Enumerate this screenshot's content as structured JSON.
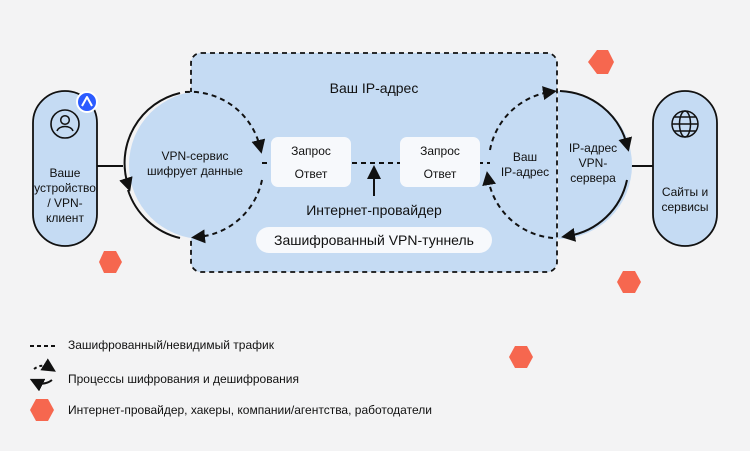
{
  "diagram": {
    "your_ip_title": "Ваш IP-адрес",
    "device_label": [
      "Ваше",
      "устройство",
      "/ VPN-",
      "клиент"
    ],
    "vpn_service_label": [
      "VPN-сервис",
      "шифрует данные"
    ],
    "request_label": "Запрос",
    "response_label": "Ответ",
    "isp_label": "Интернет-провайдер",
    "tunnel_label": "Зашифрованный VPN-туннель",
    "your_ip_small": [
      "Ваш",
      "IP-адрес"
    ],
    "vpn_server_ip": [
      "IP-адрес",
      "VPN-",
      "сервера"
    ],
    "sites_label": [
      "Сайты и",
      "сервисы"
    ]
  },
  "legend": {
    "dashed": "Зашифрованный/невидимый трафик",
    "arrows": "Процессы шифрования и дешифрования",
    "hexagon": "Интернет-провайдер, хакеры, компании/агентства, работодатели"
  },
  "colors": {
    "background": "#f3f3f4",
    "panel": "#c5dbf3",
    "accent_hex": "#f6674f",
    "badge": "#2c5bff"
  }
}
